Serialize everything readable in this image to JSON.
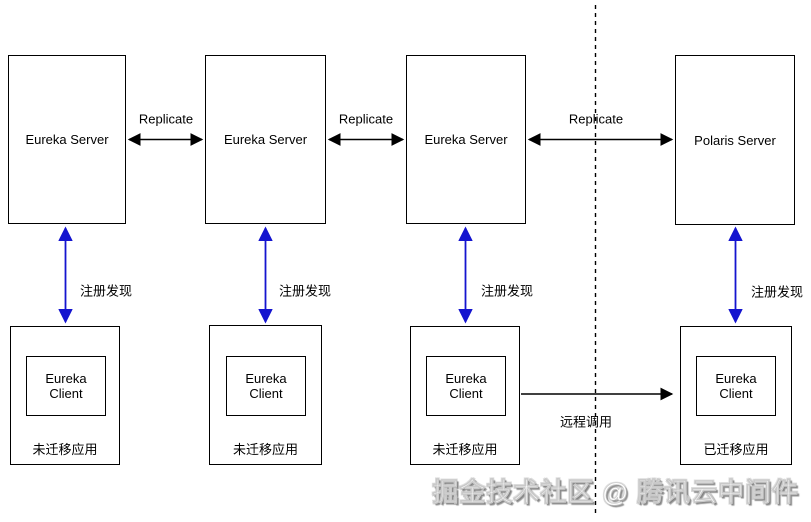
{
  "diagram": {
    "servers": [
      {
        "label": "Eureka Server"
      },
      {
        "label": "Eureka Server"
      },
      {
        "label": "Eureka Server"
      },
      {
        "label": "Polaris Server"
      }
    ],
    "replicate_links": [
      {
        "label": "Replicate"
      },
      {
        "label": "Replicate"
      },
      {
        "label": "Replicate"
      }
    ],
    "register_links": [
      {
        "label": "注册发现"
      },
      {
        "label": "注册发现"
      },
      {
        "label": "注册发现"
      },
      {
        "label": "注册发现"
      }
    ],
    "remote_call": {
      "label": "远程调用"
    },
    "clients": [
      {
        "label": "Eureka Client",
        "caption": "未迁移应用"
      },
      {
        "label": "Eureka Client",
        "caption": "未迁移应用"
      },
      {
        "label": "Eureka Client",
        "caption": "未迁移应用"
      },
      {
        "label": "Eureka Client",
        "caption": "已迁移应用"
      }
    ],
    "colors": {
      "line": "#000000",
      "register_arrow": "#1414cf"
    }
  },
  "watermark": {
    "text": "掘金技术社区 @ 腾讯云中间件"
  }
}
